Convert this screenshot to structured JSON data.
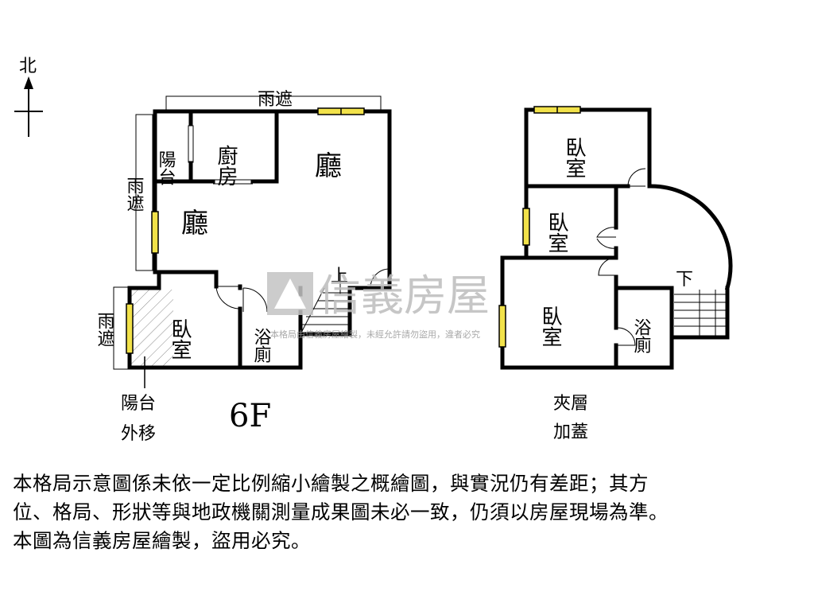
{
  "compass": {
    "north": "北"
  },
  "plan_6f": {
    "floor_label": "6F",
    "rooms": {
      "kitchen": "廚房",
      "living_upper": "廳",
      "living_lower": "廳",
      "bedroom": "臥室",
      "bathroom": "浴廁",
      "balcony": "陽台"
    },
    "canopy_top": "雨遮",
    "canopy_left": "雨遮",
    "canopy_lower_left": "雨遮",
    "stair_up": "上",
    "balcony_moved": [
      "陽台",
      "外移"
    ]
  },
  "plan_mezzanine": {
    "label": [
      "夾層",
      "加蓋"
    ],
    "rooms": {
      "bedroom_top": "臥室",
      "bedroom_mid": "臥室",
      "bedroom_bottom": "臥室",
      "bathroom": "浴廁"
    },
    "stair_down": "下"
  },
  "watermark": {
    "brand": "信義房屋",
    "notice": "本格局由信義房屋繪製，未經允許請勿盜用，違者必究"
  },
  "disclaimer": [
    "本格局示意圖係未依一定比例縮小繪製之概繪圖，與實況仍有差距；其方",
    "位、格局、形狀等與地政機關測量成果圖未必一致，仍須以房屋現場為準。",
    "本圖為信義房屋繪製，盜用必究。"
  ],
  "colors": {
    "window_fill": "#f2e24a",
    "wall": "#000000",
    "watermark": "#bdbdbd"
  }
}
